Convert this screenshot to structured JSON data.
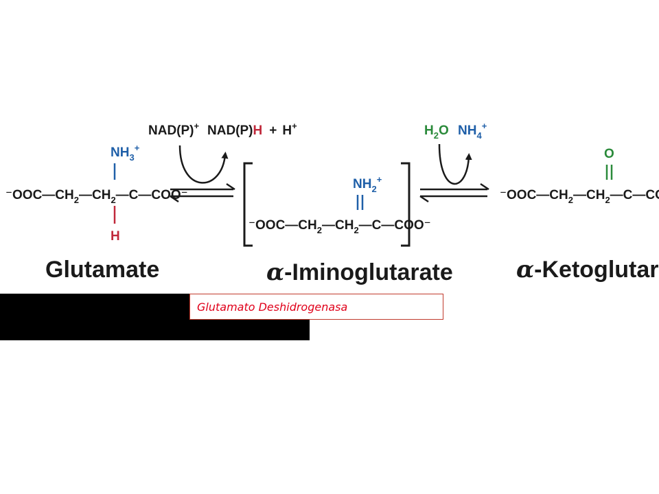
{
  "colors": {
    "ink": "#1a1a1a",
    "blue": "#1f5fa8",
    "red": "#c0283a",
    "green": "#2a8a3a",
    "caption": "#e0001a"
  },
  "reaction": {
    "cofactor_in": "NAD(P)",
    "cofactor_in_sup": "+",
    "cofactor_out": "NAD(P)",
    "cofactor_out_h": "H",
    "plus": "+",
    "proton": "H",
    "proton_sup": "+",
    "water_h": "H",
    "water_sub": "2",
    "water_o": "O",
    "ammonium": "NH",
    "ammonium_sub": "4",
    "ammonium_sup": "+"
  },
  "glutamate": {
    "nh_group": "NH",
    "nh_sub": "3",
    "nh_sup": "+",
    "chain_a": "⁻OOC—CH",
    "sub1": "2",
    "chain_b": "—CH",
    "sub2": "2",
    "chain_c": "—C—COO⁻",
    "h_atom": "H",
    "name": "Glutamate"
  },
  "iminoglutarate": {
    "nh_group": "NH",
    "nh_sub": "2",
    "nh_sup": "+",
    "chain_a": "⁻OOC—CH",
    "sub1": "2",
    "chain_b": "—CH",
    "sub2": "2",
    "chain_c": "—C—COO⁻",
    "name_alpha": "α",
    "name_rest": "-Iminoglutarate"
  },
  "ketoglutarate": {
    "o_atom": "O",
    "chain_a": "⁻OOC—CH",
    "sub1": "2",
    "chain_b": "—CH",
    "sub2": "2",
    "chain_c": "—C—COO⁻",
    "name_alpha": "α",
    "name_rest": "-Ketoglutarate"
  },
  "caption": "Glutamato Deshidrogenasa"
}
